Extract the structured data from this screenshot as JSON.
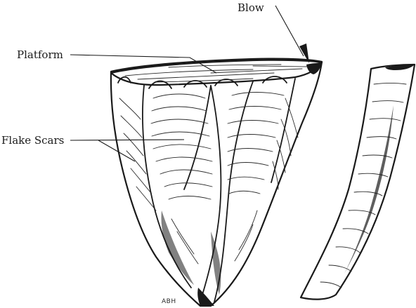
{
  "labels": {
    "blow": "Blow",
    "platform": "Platform",
    "flake_scars": "Flake Scars"
  },
  "signature": "ABH",
  "colors": {
    "ink": "#1a1a1a",
    "paper": "#ffffff"
  }
}
